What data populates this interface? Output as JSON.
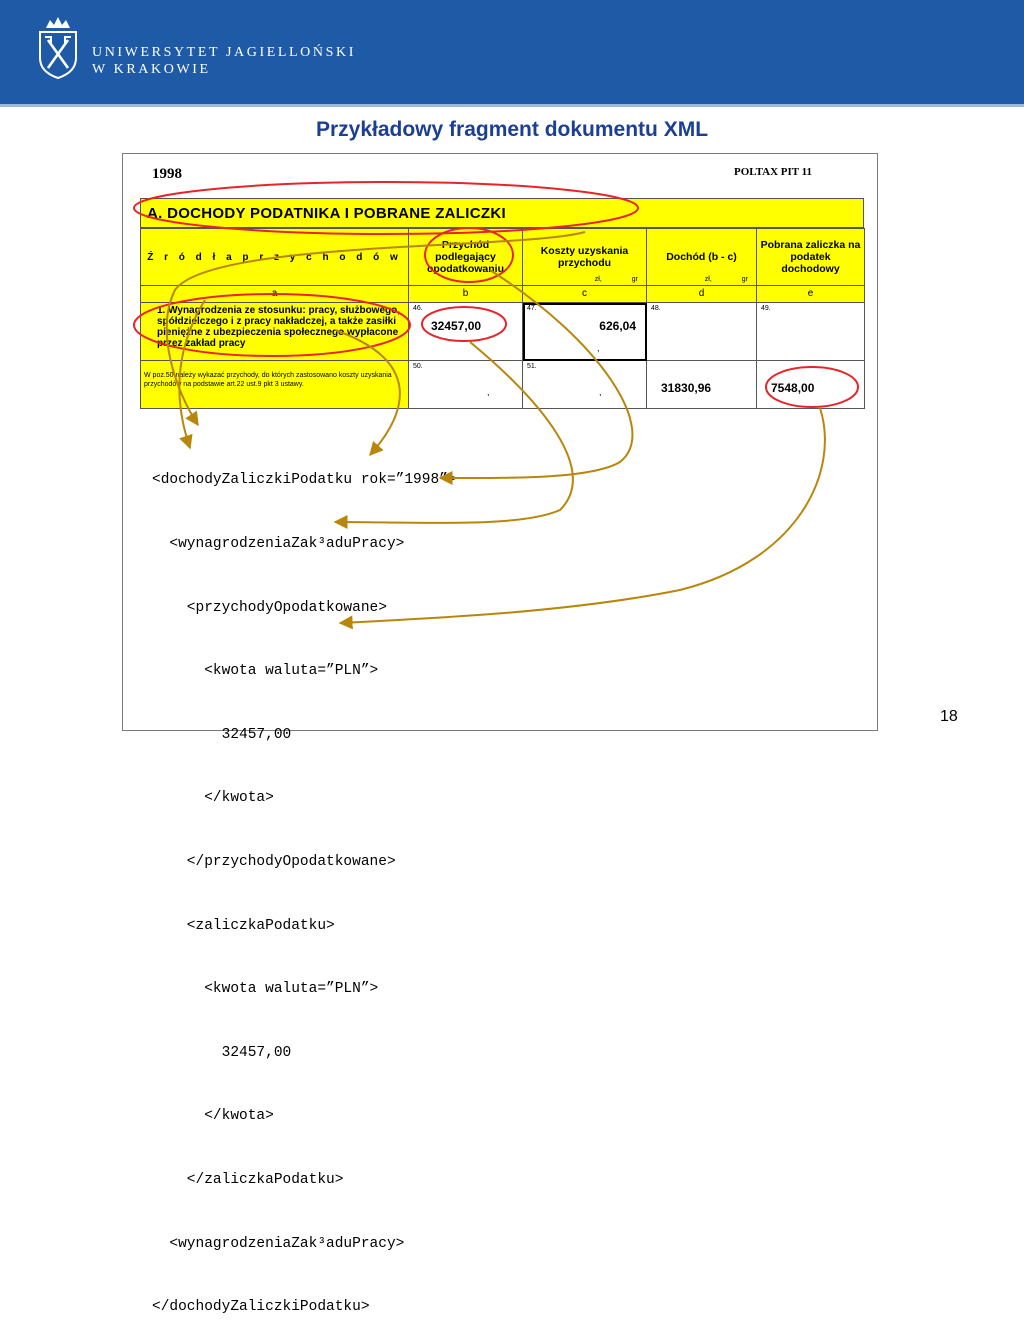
{
  "university": {
    "name_line1": "UNIWERSYTET JAGIELLOŃSKI",
    "name_line2": "W KRAKOWIE"
  },
  "slide": {
    "title": "Przykładowy fragment dokumentu XML",
    "page_number": "18"
  },
  "form": {
    "year": "1998",
    "form_name": "POLTAX PIT 11",
    "section_title": "A. DOCHODY PODATNIKA I POBRANE ZALICZKI",
    "columns": [
      {
        "header": "Ź r ó d ł a   p r z y c h o d ó w",
        "letter": "a"
      },
      {
        "header": "Przychód podlegający opodatkowaniu",
        "letter": "b"
      },
      {
        "header": "Koszty uzyskania przychodu",
        "letter": "c",
        "units": [
          "zł,",
          "gr"
        ]
      },
      {
        "header": "Dochód (b - c)",
        "letter": "d",
        "units": [
          "zł,",
          "gr"
        ]
      },
      {
        "header": "Pobrana zaliczka na podatek dochodowy",
        "letter": "e"
      }
    ],
    "row1": {
      "label": "1. Wynagrodzenia ze stosunku: pracy, służbowego, spółdzielczego i z pracy nakładczej, a także zasiłki pieniężne z ubezpieczenia społecznego wypłacone przez zakład pracy",
      "fields": [
        {
          "num": "46.",
          "value": "32457,00"
        },
        {
          "num": "47.",
          "value": "626,04",
          "comma": ","
        },
        {
          "num": "48.",
          "value": ""
        },
        {
          "num": "49.",
          "value": ""
        }
      ]
    },
    "row2": {
      "note": "W poz.50 należy wykazać przychody, do których zastosowano koszty uzyskania przychodów na podstawie art.22 ust.9 pkt 3 ustawy.",
      "fields": [
        {
          "num": "50.",
          "comma": ","
        },
        {
          "num": "51.",
          "comma": ","
        },
        {
          "value": "31830,96"
        },
        {
          "value": "7548,00"
        }
      ]
    }
  },
  "xml_lines": [
    "<dochodyZaliczkiPodatku rok=”1998”>",
    "  <wynagrodzeniaZak³aduPracy>",
    "    <przychodyOpodatkowane>",
    "      <kwota waluta=”PLN”>",
    "        32457,00",
    "      </kwota>",
    "    </przychodyOpodatkowane>",
    "    <zaliczkaPodatku>",
    "      <kwota waluta=”PLN”>",
    "        32457,00",
    "      </kwota>",
    "    </zaliczkaPodatku>",
    "  <wynagrodzeniaZak³aduPracy>",
    "</dochodyZaliczkiPodatku>"
  ],
  "colors": {
    "banner": "#1f5aa6",
    "title": "#1c3f94",
    "form_yellow": "#ffff00",
    "ellipse_red": "#e8242b",
    "arrow_brown": "#b8860b"
  }
}
